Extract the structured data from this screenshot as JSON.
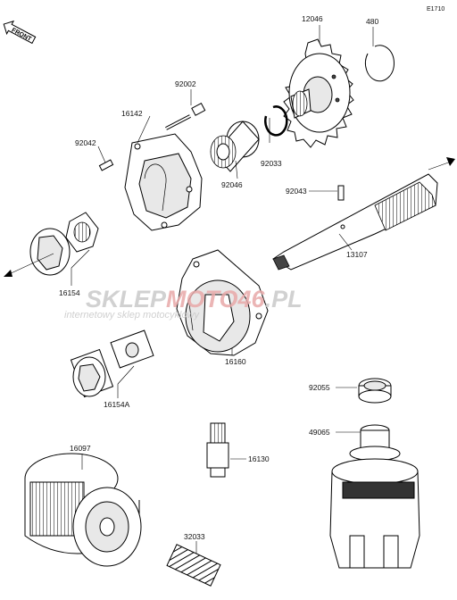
{
  "diagram": {
    "code": "E1710",
    "front_label": "FRONT",
    "watermark": {
      "brand_part1": "SKLEP",
      "brand_part2": "MOTO46",
      "brand_part3": ".PL",
      "tagline": "internetowy sklep motocyklowy"
    },
    "parts": [
      {
        "id": "p12046",
        "label": "12046"
      },
      {
        "id": "p480",
        "label": "480"
      },
      {
        "id": "p92002",
        "label": "92002"
      },
      {
        "id": "p16142",
        "label": "16142"
      },
      {
        "id": "p92042",
        "label": "92042"
      },
      {
        "id": "p92033",
        "label": "92033"
      },
      {
        "id": "p92046",
        "label": "92046"
      },
      {
        "id": "p92043",
        "label": "92043"
      },
      {
        "id": "p16154",
        "label": "16154"
      },
      {
        "id": "p13107",
        "label": "13107"
      },
      {
        "id": "p16160",
        "label": "16160"
      },
      {
        "id": "p16154A",
        "label": "16154A"
      },
      {
        "id": "p92055",
        "label": "92055"
      },
      {
        "id": "p16097",
        "label": "16097"
      },
      {
        "id": "p16130",
        "label": "16130"
      },
      {
        "id": "p49065",
        "label": "49065"
      },
      {
        "id": "p32033",
        "label": "32033"
      }
    ]
  }
}
